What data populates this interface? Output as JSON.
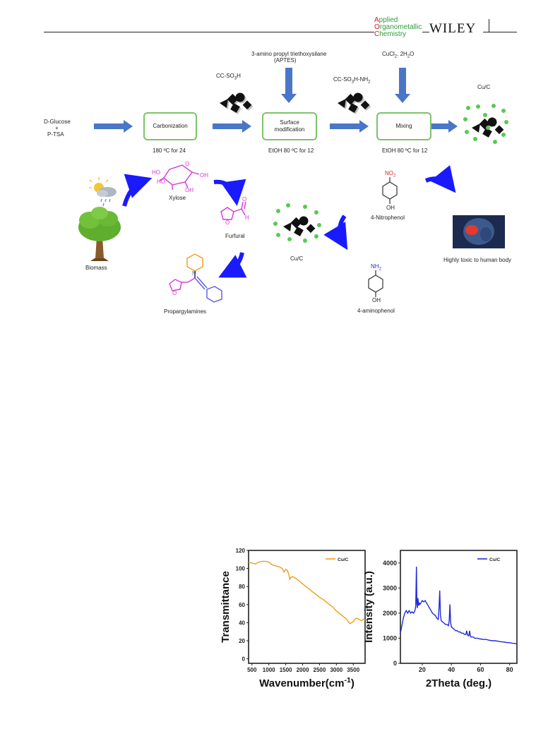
{
  "header": {
    "journal_line1_initial": "A",
    "journal_line1_rest": "pplied",
    "journal_line2_initial": "O",
    "journal_line2_rest": "rganometallic",
    "journal_line3_initial": "C",
    "journal_line3_rest": "hemistry",
    "publisher": "WILEY"
  },
  "scheme": {
    "reactants": [
      "D-Glucose",
      "+",
      "P-TSA"
    ],
    "step1_box": "Carbonization",
    "step1_condition": "180 ºC for 24",
    "product1": "CC-SO3H",
    "reagent2": "3-amino propyl triethoxysilane",
    "reagent2_abbr": "(APTES)",
    "step2_box_line1": "Surface",
    "step2_box_line2": "modification",
    "step2_condition": "EtOH 80 ºC for 12",
    "product2": "CC-SO3H-NH2",
    "reagent3": "CuCl2. 2H2O",
    "step3_box": "Mixing",
    "step3_condition": "EtOH 80 ºC for 12",
    "final_product": "Cu/C",
    "xylose": "Xylose",
    "furfural": "Furfural",
    "biomass": "Biomass",
    "propargylamines": "Propargylamines",
    "catalyst_center": "Cu/C",
    "nitrophenol": "4-Nitrophenol",
    "aminophenol": "4-aminophenol",
    "toxic_note": "Highly toxic to human body",
    "no2": "NO2",
    "nh2": "NH2",
    "oh": "OH",
    "ho": "HO",
    "n": "N",
    "h": "H",
    "o": "O"
  },
  "charts": [
    {
      "type": "line",
      "xlabel": "Wavenumber(cm-1)",
      "ylabel": "Transmittance",
      "xlim": [
        400,
        3850
      ],
      "ylim": [
        -5,
        120
      ],
      "xticks": [
        "500",
        "1000",
        "1500",
        "2000",
        "2500",
        "3000",
        "3500"
      ],
      "yticks": [
        "0",
        "20",
        "40",
        "60",
        "80",
        "100",
        "120"
      ],
      "series": [
        {
          "name": "Cu/C",
          "color": "#f39a1e"
        }
      ],
      "x": [
        400,
        500,
        600,
        700,
        800,
        900,
        1000,
        1100,
        1200,
        1300,
        1400,
        1450,
        1500,
        1550,
        1600,
        1620,
        1650,
        1700,
        1750,
        1800,
        1900,
        2000,
        2100,
        2200,
        2300,
        2400,
        2500,
        2600,
        2700,
        2800,
        2900,
        3000,
        3100,
        3200,
        3300,
        3350,
        3400,
        3450,
        3500,
        3550,
        3600,
        3650,
        3700,
        3750,
        3800,
        3850
      ],
      "y": [
        107,
        106,
        105,
        107,
        108,
        108,
        107,
        104,
        103,
        102,
        100,
        96,
        99,
        98,
        92,
        88,
        90,
        91,
        90,
        89,
        86,
        83,
        80,
        77,
        74,
        71,
        68,
        66,
        63,
        60,
        57,
        53,
        50,
        47,
        44,
        41,
        39,
        40,
        41,
        44,
        45,
        44,
        43,
        42,
        44,
        43
      ]
    },
    {
      "type": "line",
      "xlabel": "2Theta (deg.)",
      "ylabel": "Intensity (a.u.)",
      "xlim": [
        5,
        85
      ],
      "ylim": [
        0,
        4500
      ],
      "xticks": [
        "20",
        "40",
        "60",
        "80"
      ],
      "yticks": [
        "0",
        "1000",
        "2000",
        "3000",
        "4000"
      ],
      "series": [
        {
          "name": "Cu/C",
          "color": "#1f2bd6"
        }
      ],
      "x": [
        5,
        6,
        7,
        8,
        9,
        10,
        11,
        12,
        13,
        14,
        15,
        15.5,
        16,
        16.3,
        16.6,
        17,
        17.5,
        18,
        18.5,
        19,
        20,
        21,
        22,
        23,
        24,
        25,
        26,
        27,
        28,
        29,
        30,
        31,
        31.5,
        32,
        32.5,
        33,
        34,
        35,
        36,
        37,
        38,
        38.5,
        39,
        39.5,
        40,
        41,
        42,
        43,
        44,
        45,
        46,
        47,
        48,
        49,
        50,
        50.5,
        51,
        51.5,
        52,
        52.5,
        53,
        53.5,
        54,
        55,
        56,
        57,
        58,
        59,
        60,
        62,
        64,
        66,
        68,
        70,
        72,
        74,
        76,
        78,
        80,
        82,
        84,
        85
      ],
      "y": [
        1200,
        1500,
        1800,
        2000,
        2100,
        2000,
        2100,
        2000,
        2050,
        2000,
        2100,
        2300,
        3850,
        2400,
        2200,
        2600,
        2300,
        2400,
        2350,
        2400,
        2500,
        2450,
        2500,
        2400,
        2300,
        2200,
        2100,
        2000,
        1950,
        1900,
        1800,
        1750,
        2200,
        2900,
        1900,
        1700,
        1650,
        1600,
        1550,
        1550,
        1500,
        1700,
        2350,
        1600,
        1450,
        1400,
        1350,
        1300,
        1300,
        1250,
        1250,
        1200,
        1200,
        1150,
        1150,
        1300,
        1150,
        1100,
        1100,
        1300,
        1100,
        1050,
        1050,
        1050,
        1000,
        1000,
        1000,
        980,
        970,
        950,
        950,
        920,
        900,
        900,
        880,
        860,
        850,
        830,
        820,
        800,
        790,
        780
      ]
    }
  ]
}
